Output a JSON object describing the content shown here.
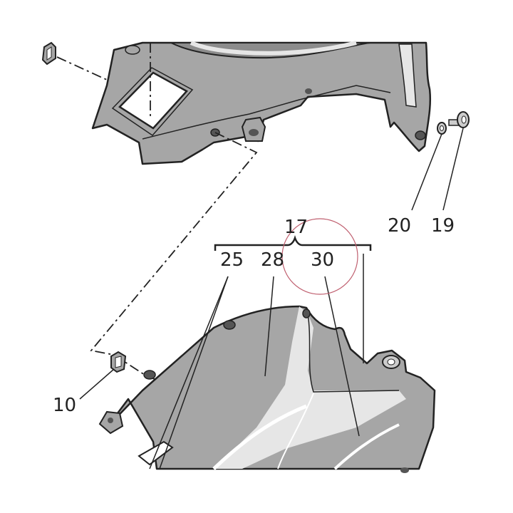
{
  "callouts": {
    "c10": "10",
    "c17": "17",
    "c19": "19",
    "c20": "20",
    "c25": "25",
    "c28": "28",
    "c30": "30"
  },
  "colors": {
    "part_fill": "#a6a6a6",
    "part_dark": "#8c8c8c",
    "highlight": "#e6e6e6",
    "outline": "#222222",
    "mark_circle": "#c06070"
  }
}
